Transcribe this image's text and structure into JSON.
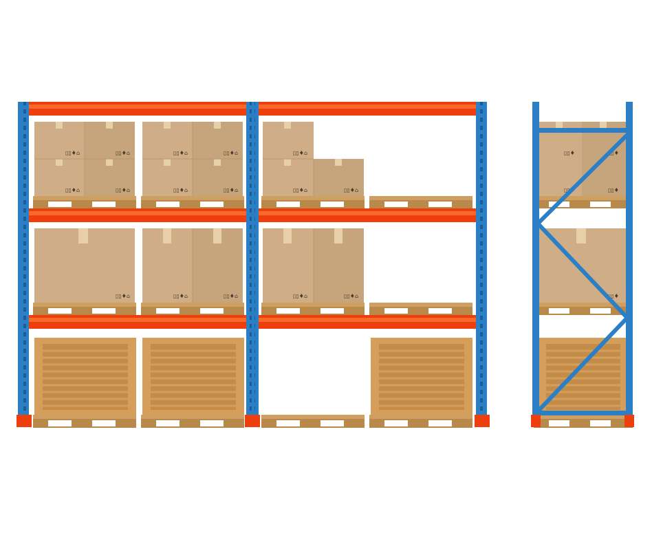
{
  "illustration": {
    "subject": "",
    "colors": {
      "upright_blue": "#2b7fc4",
      "upright_blue_dark": "#1d5f98",
      "beam_orange": "#ee3e0e",
      "beam_orange_light": "#f76a2c",
      "footplate": "#ee3e0e",
      "box": "#cfae87",
      "box_shade": "#c09c74",
      "box_tape": "#e6cfa9",
      "pallet": "#cf9f62",
      "pallet_dark": "#b9884b",
      "crate": "#d59e5b",
      "crate_slat": "#c48c49",
      "background": "#ffffff"
    },
    "front_rack": {
      "bays": 2,
      "levels": 3,
      "level_contents": [
        [
          "box-stack-2x2",
          "box-stack-2x2",
          "box-stack-mixed",
          "empty-pallet"
        ],
        [
          "box-large",
          "box-pair-tall",
          "box-pair-tall",
          "empty-pallet"
        ],
        [
          "wooden-crate",
          "wooden-crate",
          "empty-pallet",
          "wooden-crate"
        ]
      ]
    },
    "side_rack": {
      "levels": 3,
      "bracing": "diagonal"
    },
    "box_marking_icons": [
      "fragile-glass-icon",
      "this-way-up-icon",
      "keep-dry-icon"
    ]
  }
}
